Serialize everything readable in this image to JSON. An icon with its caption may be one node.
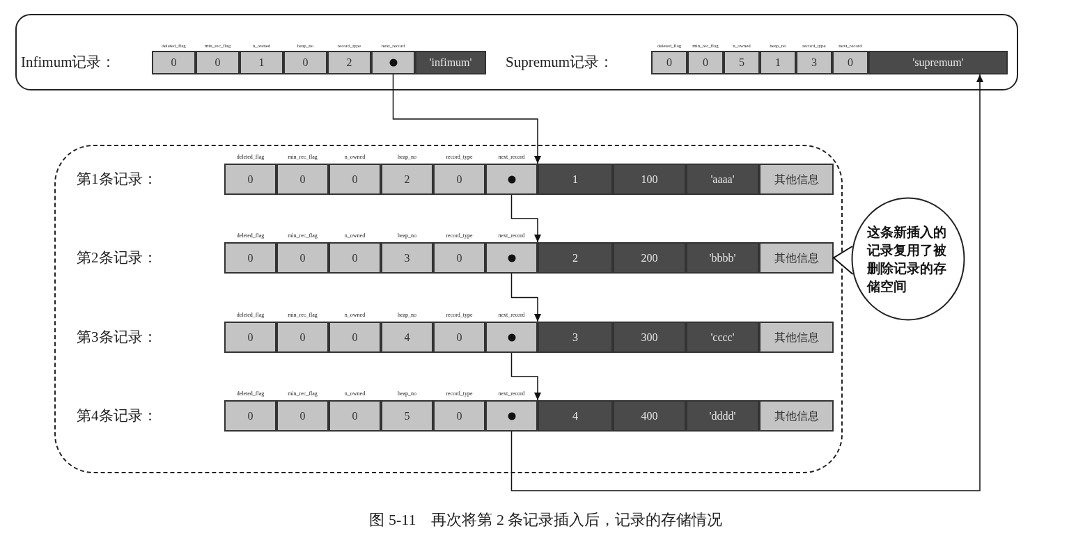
{
  "diagram": {
    "caption": "图 5-11　再次将第 2 条记录插入后，记录的存储情况",
    "nodes": [
      {
        "text": [],
        "shape": "box"
      },
      {
        "text": [
          "Infimum记录："
        ],
        "in": 0
      },
      {
        "text": [
          "deleted_flag",
          "0"
        ],
        "in": 1
      },
      {
        "text": [
          "min_rec_flag",
          "0"
        ],
        "in": 1
      },
      {
        "text": [
          "n_owned",
          "1"
        ],
        "in": 1
      },
      {
        "text": [
          "heap_no",
          "0"
        ],
        "in": 1
      },
      {
        "text": [
          "record_type",
          "2"
        ],
        "in": 1
      },
      {
        "text": [
          "next_record"
        ],
        "in": 1
      },
      {
        "text": [
          "'infimum'"
        ],
        "in": 1
      },
      {
        "text": [
          "Supremum记录："
        ],
        "in": 0
      },
      {
        "text": [
          "deleted_flag",
          "0"
        ],
        "in": 9
      },
      {
        "text": [
          "min_rec_flag",
          "0"
        ],
        "in": 9
      },
      {
        "text": [
          "n_owned",
          "5"
        ],
        "in": 9
      },
      {
        "text": [
          "heap_no",
          "1"
        ],
        "in": 9
      },
      {
        "text": [
          "record_type",
          "3"
        ],
        "in": 9
      },
      {
        "text": [
          "next_record",
          "0"
        ],
        "in": 9
      },
      {
        "text": [
          "'supremum'"
        ],
        "in": 9
      },
      {
        "text": [],
        "shape": "box"
      },
      {
        "text": [
          "第1条记录："
        ],
        "in": 17
      },
      {
        "text": [
          "deleted_flag",
          "0"
        ],
        "in": 18
      },
      {
        "text": [
          "min_rec_flag",
          "0"
        ],
        "in": 18
      },
      {
        "text": [
          "n_owned",
          "0"
        ],
        "in": 18
      },
      {
        "text": [
          "heap_no",
          "2"
        ],
        "in": 18
      },
      {
        "text": [
          "record_type",
          "0"
        ],
        "in": 18
      },
      {
        "text": [
          "next_record"
        ],
        "in": 18
      },
      {
        "text": [
          "1"
        ],
        "in": 18
      },
      {
        "text": [
          "100"
        ],
        "in": 18
      },
      {
        "text": [
          "'aaaa'"
        ],
        "in": 18
      },
      {
        "text": [
          "其他信息"
        ],
        "in": 18
      },
      {
        "text": [
          "第2条记录："
        ],
        "in": 17
      },
      {
        "text": [
          "deleted_flag",
          "0"
        ],
        "in": 29
      },
      {
        "text": [
          "min_rec_flag",
          "0"
        ],
        "in": 29
      },
      {
        "text": [
          "n_owned",
          "0"
        ],
        "in": 29
      },
      {
        "text": [
          "heap_no",
          "3"
        ],
        "in": 29
      },
      {
        "text": [
          "record_type",
          "0"
        ],
        "in": 29
      },
      {
        "text": [
          "next_record"
        ],
        "in": 29
      },
      {
        "text": [
          "2"
        ],
        "in": 29
      },
      {
        "text": [
          "200"
        ],
        "in": 29
      },
      {
        "text": [
          "'bbbb'"
        ],
        "in": 29
      },
      {
        "text": [
          "其他信息"
        ],
        "in": 29
      },
      {
        "text": [
          "第3条记录："
        ],
        "in": 17
      },
      {
        "text": [
          "deleted_flag",
          "0"
        ],
        "in": 40
      },
      {
        "text": [
          "min_rec_flag",
          "0"
        ],
        "in": 40
      },
      {
        "text": [
          "n_owned",
          "0"
        ],
        "in": 40
      },
      {
        "text": [
          "heap_no",
          "4"
        ],
        "in": 40
      },
      {
        "text": [
          "record_type",
          "0"
        ],
        "in": 40
      },
      {
        "text": [
          "next_record"
        ],
        "in": 40
      },
      {
        "text": [
          "3"
        ],
        "in": 40
      },
      {
        "text": [
          "300"
        ],
        "in": 40
      },
      {
        "text": [
          "'cccc'"
        ],
        "in": 40
      },
      {
        "text": [
          "其他信息"
        ],
        "in": 40
      },
      {
        "text": [
          "第4条记录："
        ],
        "in": 17
      },
      {
        "text": [
          "deleted_flag",
          "0"
        ],
        "in": 51
      },
      {
        "text": [
          "min_rec_flag",
          "0"
        ],
        "in": 51
      },
      {
        "text": [
          "n_owned",
          "0"
        ],
        "in": 51
      },
      {
        "text": [
          "heap_no",
          "5"
        ],
        "in": 51
      },
      {
        "text": [
          "record_type",
          "0"
        ],
        "in": 51
      },
      {
        "text": [
          "next_record"
        ],
        "in": 51
      },
      {
        "text": [
          "4"
        ],
        "in": 51
      },
      {
        "text": [
          "400"
        ],
        "in": 51
      },
      {
        "text": [
          "'dddd'"
        ],
        "in": 51
      },
      {
        "text": [
          "其他信息"
        ],
        "in": 51
      },
      {
        "text": [
          "这条新插入的记录复用了被删除记录的存储空间"
        ]
      }
    ],
    "edges": [
      {
        "from": 7,
        "to": 25,
        "arrow": "to"
      },
      {
        "from": 24,
        "to": 36,
        "arrow": "to"
      },
      {
        "from": 35,
        "to": 47,
        "arrow": "to"
      },
      {
        "from": 46,
        "to": 58,
        "arrow": "to"
      },
      {
        "from": 57,
        "to": 16,
        "arrow": "to"
      },
      {
        "from": 62,
        "to": 39,
        "arrow": "to"
      }
    ]
  }
}
